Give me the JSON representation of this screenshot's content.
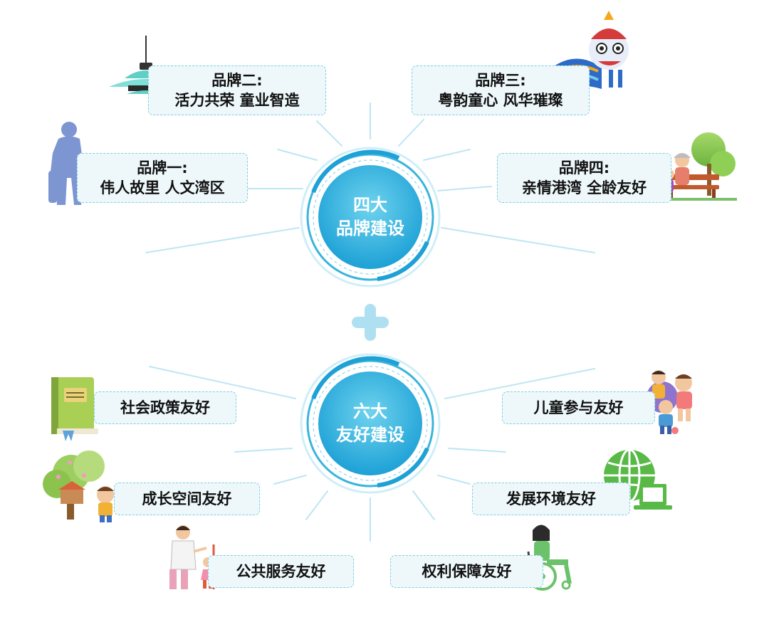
{
  "top_hub": {
    "line1": "四大",
    "line2": "品牌建设"
  },
  "bottom_hub": {
    "line1": "六大",
    "line2": "友好建设"
  },
  "brands": [
    {
      "title": "品牌一:",
      "subtitle": "伟人故里 人文湾区",
      "icon": "statue-icon"
    },
    {
      "title": "品牌二:",
      "subtitle": "活力共荣 童业智造",
      "icon": "lamp-icon"
    },
    {
      "title": "品牌三:",
      "subtitle": "粤韵童心 风华璀璨",
      "icon": "lion-dance-icon"
    },
    {
      "title": "品牌四:",
      "subtitle": "亲情港湾 全龄友好",
      "icon": "family-bench-icon"
    }
  ],
  "friendly": [
    {
      "label": "社会政策友好",
      "icon": "book-icon"
    },
    {
      "label": "成长空间友好",
      "icon": "treehouse-icon"
    },
    {
      "label": "公共服务友好",
      "icon": "doctor-child-icon"
    },
    {
      "label": "儿童参与友好",
      "icon": "children-playing-icon"
    },
    {
      "label": "发展环境友好",
      "icon": "globe-laptop-icon"
    },
    {
      "label": "权利保障友好",
      "icon": "wheelchair-icon"
    }
  ],
  "colors": {
    "hub_light": "#6fd3ee",
    "hub_dark": "#1da1d6",
    "ring": "#3ab4dd",
    "ray": "#bde6f3",
    "box_fill": "#eef8fb",
    "box_border": "#7ccfe2",
    "plus": "#aee0f1"
  }
}
